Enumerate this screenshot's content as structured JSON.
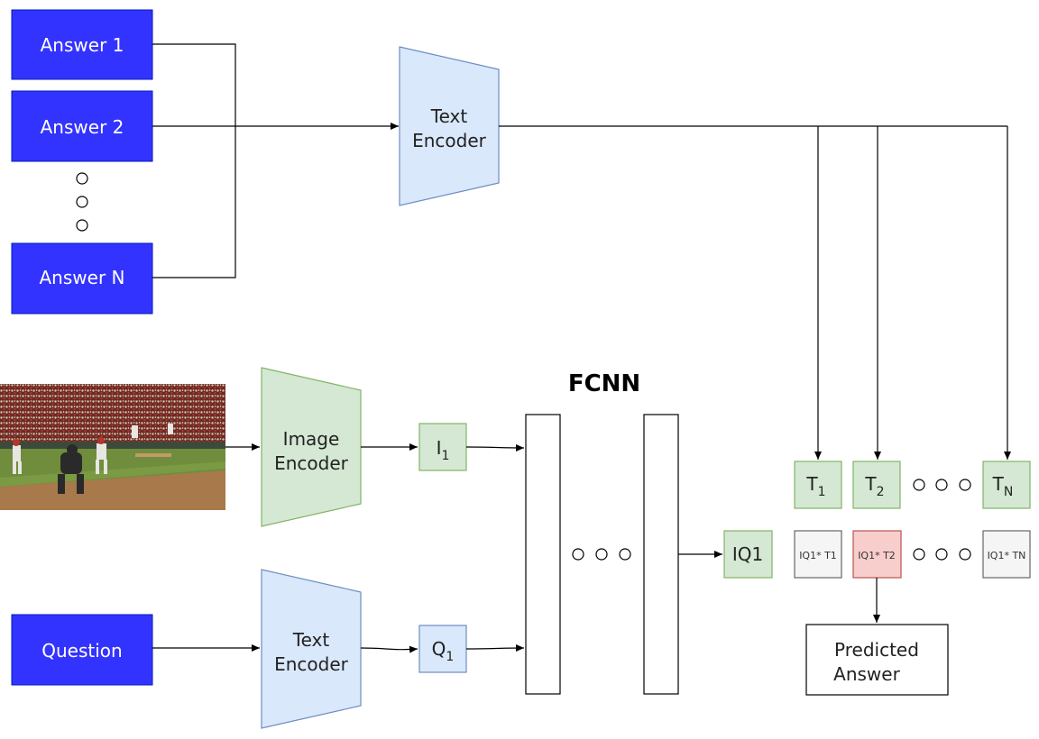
{
  "colors": {
    "answer_fill": "#3333ff",
    "answer_stroke": "#001dbc",
    "text_encoder_fill": "#dae8fc",
    "text_encoder_stroke": "#6c8ebf",
    "image_encoder_fill": "#d5e8d4",
    "image_encoder_stroke": "#82b366",
    "product_fill": "#f5f5f5",
    "product_stroke": "#666666",
    "selected_fill": "#f8cecc",
    "selected_stroke": "#b85450",
    "line": "#000000"
  },
  "answers": [
    "Answer 1",
    "Answer 2",
    "Answer N"
  ],
  "question": "Question",
  "text_encoder_top": [
    "Text",
    "Encoder"
  ],
  "text_encoder_bottom": [
    "Text",
    "Encoder"
  ],
  "image_encoder": [
    "Image",
    "Encoder"
  ],
  "image_description_icon": "baseball-field-photo",
  "i1": {
    "base": "I",
    "sub": "1"
  },
  "q1": {
    "base": "Q",
    "sub": "1"
  },
  "fcnn_title": "FCNN",
  "iq1": "IQ1",
  "t_tokens": [
    {
      "base": "T",
      "sub": "1"
    },
    {
      "base": "T",
      "sub": "2"
    },
    {
      "base": "T",
      "sub": "N"
    }
  ],
  "products": [
    "IQ1* T1",
    "IQ1* T2",
    "IQ1* TN"
  ],
  "predicted_answer": [
    "Predicted",
    "Answer"
  ]
}
